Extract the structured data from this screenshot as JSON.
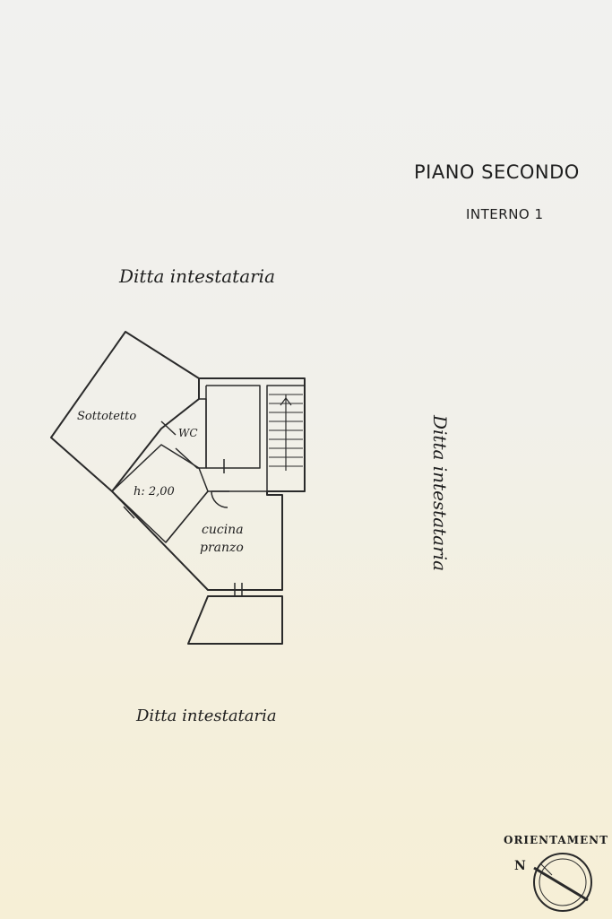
{
  "header": {
    "title": "PIANO SECONDO",
    "subtitle": "INTERNO 1"
  },
  "boundaries": {
    "top": "Ditta intestataria",
    "right": "Ditta intestataria",
    "bottom": "Ditta intestataria"
  },
  "rooms": {
    "attic": "Sottotetto",
    "wc": "WC",
    "height": "h: 2,00",
    "kitchen_line1": "cucina",
    "kitchen_line2": "pranzo"
  },
  "orientation": {
    "label": "ORIENTAMENT",
    "north": "N"
  }
}
